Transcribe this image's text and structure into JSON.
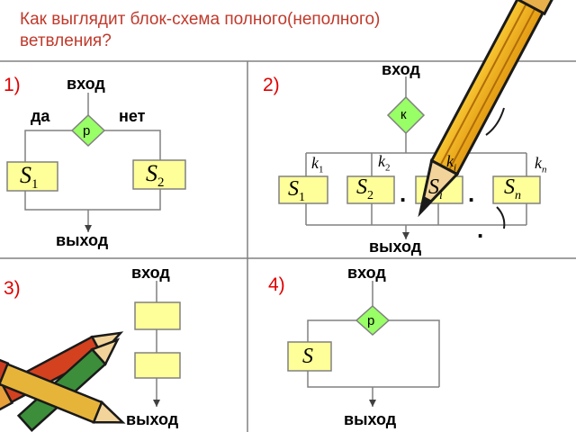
{
  "title": "Как выглядит блок-схема полного(неполного) ветвления?",
  "diagram1": {
    "number": "1)",
    "input": "вход",
    "output": "выход",
    "yes": "да",
    "no": "нет",
    "condition": "p",
    "blocks": [
      "S",
      "S"
    ],
    "subscripts": [
      "1",
      "2"
    ]
  },
  "diagram2": {
    "number": "2)",
    "input": "вход",
    "output": "выход",
    "condition": "к",
    "blocks": [
      "S",
      "S",
      "S",
      "S"
    ],
    "subscripts": [
      "1",
      "2",
      "i",
      "n"
    ],
    "branch_labels": [
      "k",
      "k",
      "k",
      "k"
    ],
    "branch_subscripts": [
      "1",
      "2",
      "i",
      "n"
    ],
    "ellipsis": "."
  },
  "diagram3": {
    "number": "3)",
    "input": "вход",
    "output": "выход"
  },
  "diagram4": {
    "number": "4)",
    "input": "вход",
    "output": "выход",
    "condition": "p",
    "block": "S"
  },
  "colors": {
    "block_fill": "#ffff99",
    "diamond_fill": "#99ff66",
    "title": "#c0392b",
    "number": "#e00000",
    "lines": "#808080"
  }
}
